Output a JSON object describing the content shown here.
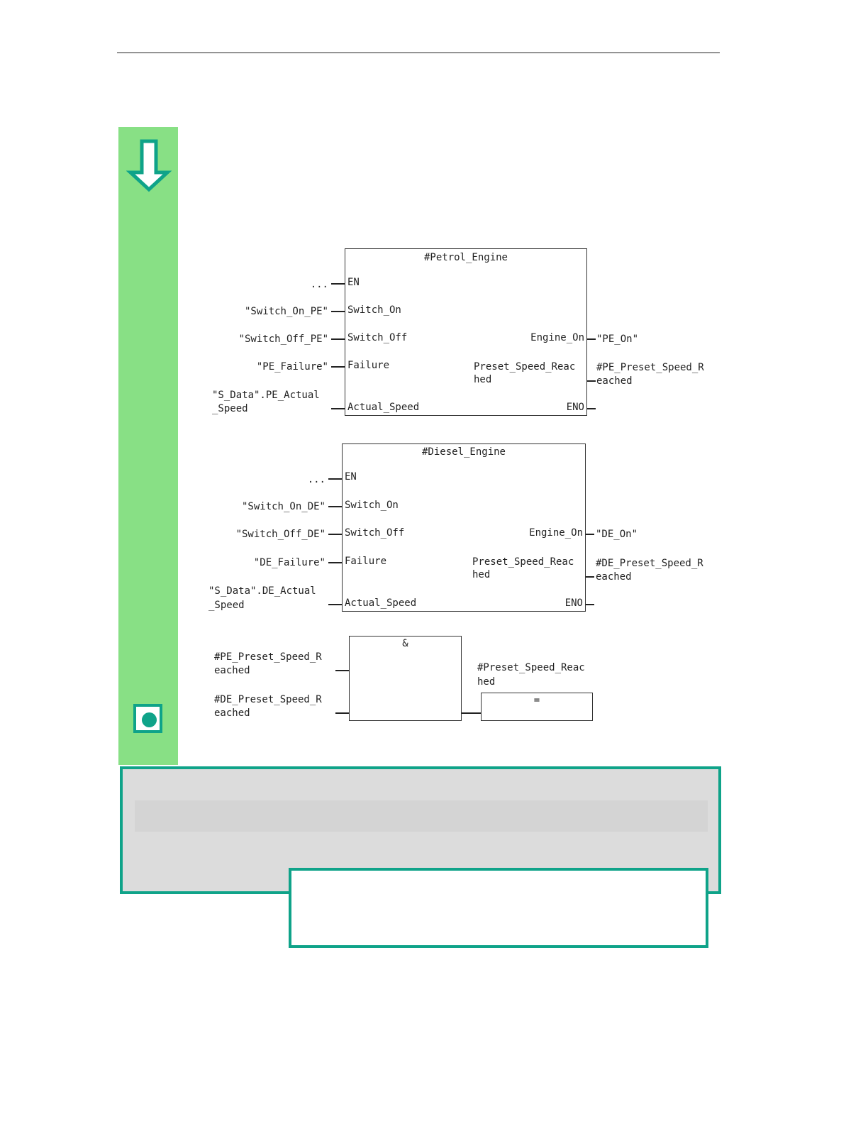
{
  "fb1": {
    "title": "#Petrol_Engine",
    "pins_in": [
      "EN",
      "Switch_On",
      "Switch_Off",
      "Failure",
      "Actual_Speed"
    ],
    "pins_out": [
      "Engine_On",
      "Preset_Speed_Reac",
      "hed",
      "ENO"
    ],
    "inputs": [
      "...",
      "\"Switch_On_PE\"",
      "\"Switch_Off_PE\"",
      "\"PE_Failure\"",
      "\"S_Data\".PE_Actual",
      "_Speed"
    ],
    "outputs": [
      "\"PE_On\"",
      "#PE_Preset_Speed_R",
      "eached"
    ]
  },
  "fb2": {
    "title": "#Diesel_Engine",
    "pins_in": [
      "EN",
      "Switch_On",
      "Switch_Off",
      "Failure",
      "Actual_Speed"
    ],
    "pins_out": [
      "Engine_On",
      "Preset_Speed_Reac",
      "hed",
      "ENO"
    ],
    "inputs": [
      "...",
      "\"Switch_On_DE\"",
      "\"Switch_Off_DE\"",
      "\"DE_Failure\"",
      "\"S_Data\".DE_Actual",
      "_Speed"
    ],
    "outputs": [
      "\"DE_On\"",
      "#DE_Preset_Speed_R",
      "eached"
    ]
  },
  "and_block": {
    "symbol": "&",
    "inputs": [
      "#PE_Preset_Speed_R",
      "eached",
      "#DE_Preset_Speed_R",
      "eached"
    ]
  },
  "assign_block": {
    "symbol": "=",
    "operand": [
      "#Preset_Speed_Reac",
      "hed"
    ]
  },
  "colors": {
    "sidebar": "#88e085",
    "accent": "#0fa389",
    "note_bg": "#dcdcdc"
  },
  "icons": [
    "down-arrow-icon",
    "stop-icon"
  ]
}
